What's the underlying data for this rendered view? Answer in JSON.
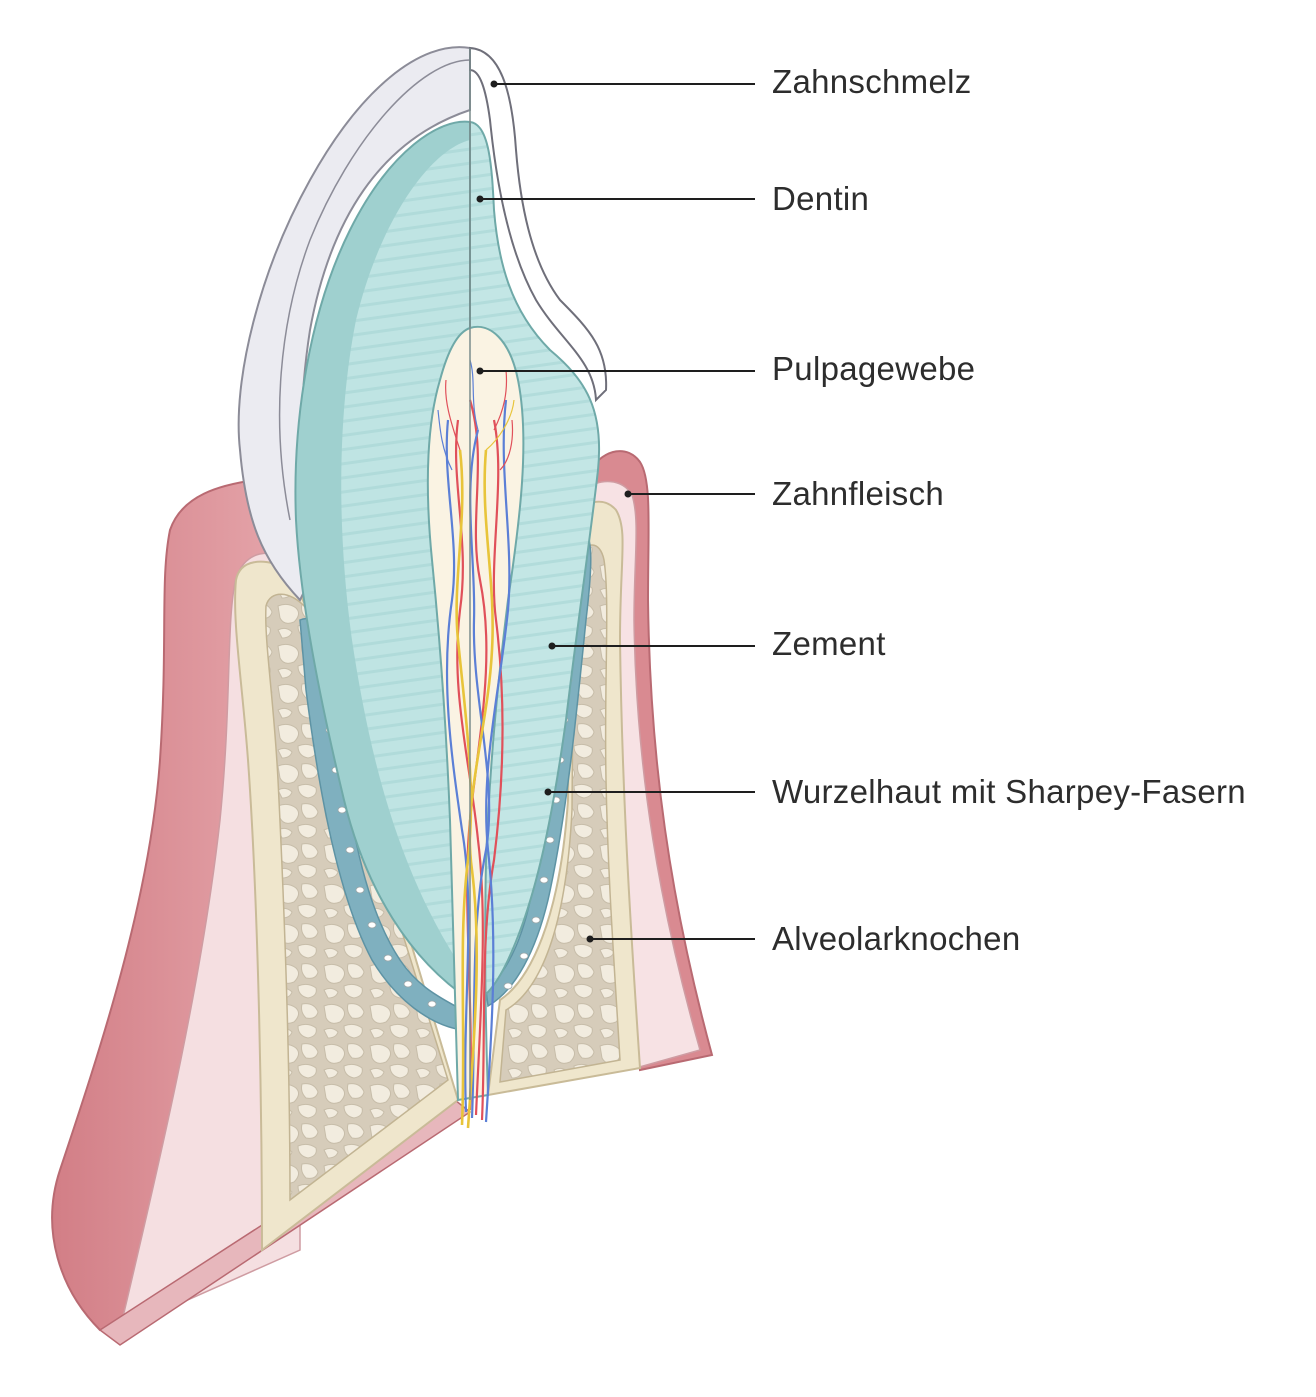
{
  "labels": [
    {
      "key": "enamel",
      "text": "Zahnschmelz"
    },
    {
      "key": "dentin",
      "text": "Dentin"
    },
    {
      "key": "pulp",
      "text": "Pulpagewebe"
    },
    {
      "key": "gum",
      "text": "Zahnfleisch"
    },
    {
      "key": "cementum",
      "text": "Zement"
    },
    {
      "key": "periodontium",
      "text": "Wurzelhaut mit Sharpey-Fasern"
    },
    {
      "key": "bone",
      "text": "Alveolarknochen"
    }
  ],
  "colors": {
    "gum": "#d98a91",
    "gum_inner": "#f4d9dc",
    "bone": "#efe6cc",
    "bone_spongy": "#d9d0bf",
    "enamel": "#eeeef3",
    "dentin": "#bfe3e2",
    "dentin_dark": "#8fc9c8",
    "cementum": "#7fb0bf",
    "pulp": "#faf3e3",
    "vessel_red": "#e0505a",
    "vessel_blue": "#5b7fd6",
    "nerve_yellow": "#e8c43a",
    "line": "#1e1e1e"
  }
}
